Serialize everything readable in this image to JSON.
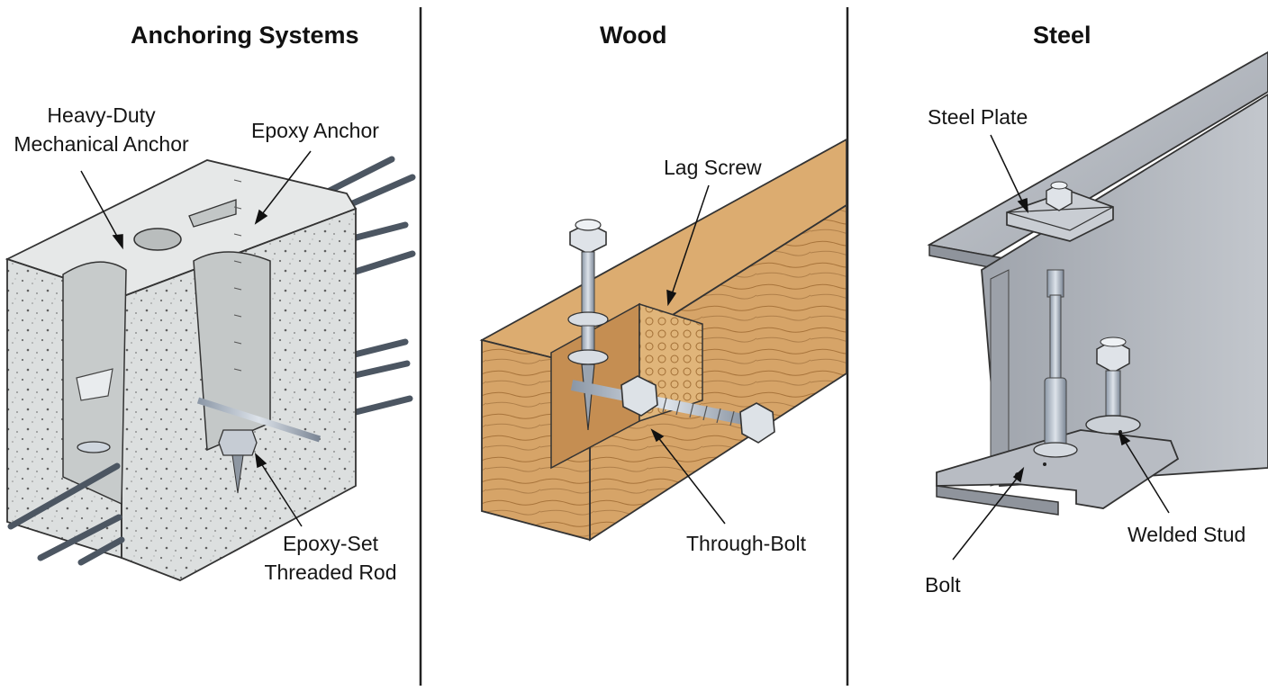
{
  "panels": {
    "concrete": {
      "title": "Anchoring Systems",
      "labels": {
        "mechanical_anchor_line1": "Heavy-Duty",
        "mechanical_anchor_line2": "Mechanical Anchor",
        "epoxy_anchor": "Epoxy Anchor",
        "threaded_rod_line1": "Epoxy-Set",
        "threaded_rod_line2": "Threaded Rod"
      }
    },
    "wood": {
      "title": "Wood",
      "labels": {
        "lag_screw": "Lag Screw",
        "through_bolt": "Through-Bolt"
      }
    },
    "steel": {
      "title": "Steel",
      "labels": {
        "steel_plate": "Steel Plate",
        "welded_stud": "Welded Stud",
        "bolt": "Bolt"
      }
    }
  },
  "colors": {
    "concrete": "#d9dcdc",
    "wood": "#d4a56a",
    "steel": "#b4b8bf",
    "divider": "#222222"
  }
}
